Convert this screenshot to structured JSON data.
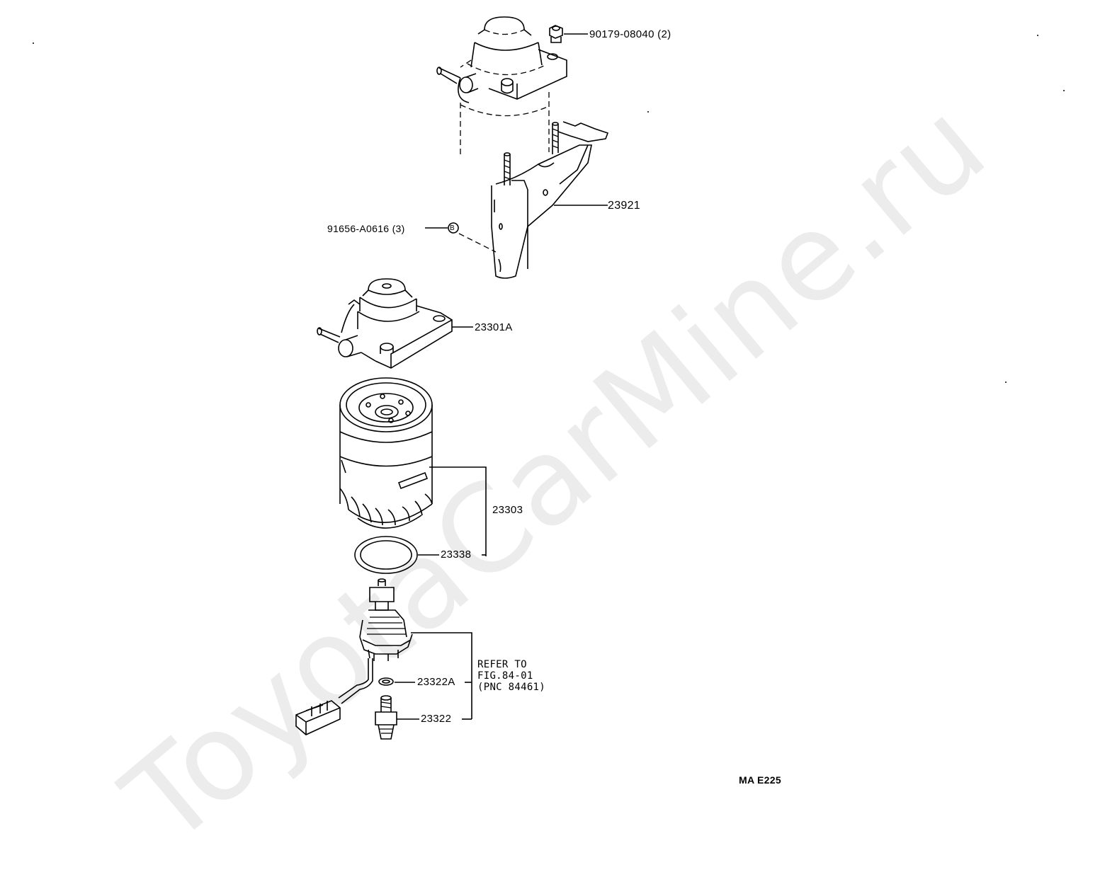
{
  "watermark": "ToyotaCarMine.ru",
  "parts": {
    "bolt_top": "90179-08040 (2)",
    "bracket": "23921",
    "clip": "91656-A0616 (3)",
    "clip_marker": "B",
    "filter_head": "23301A",
    "filter_element": "23303",
    "o_ring": "23338",
    "gasket": "23322A",
    "plug": "23322"
  },
  "refer": {
    "line1": "REFER TO",
    "line2": "FIG.84-01",
    "line3": "(PNC 84461)"
  },
  "figure_code": "MA E225"
}
